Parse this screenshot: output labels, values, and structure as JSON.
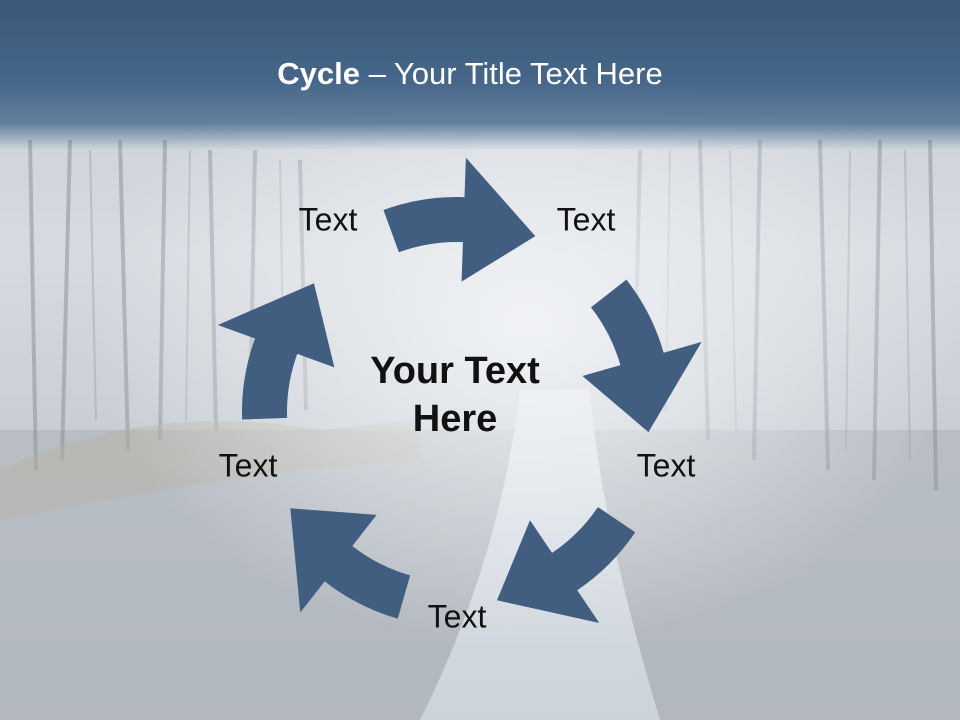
{
  "title": {
    "bold": "Cycle",
    "rest": " – Your Title Text Here"
  },
  "center_text": {
    "line1": "Your Text",
    "line2": "Here"
  },
  "steps": [
    {
      "label": "Text"
    },
    {
      "label": "Text"
    },
    {
      "label": "Text"
    },
    {
      "label": "Text"
    },
    {
      "label": "Text"
    }
  ],
  "colors": {
    "arrow": "#415e80",
    "title_band": "#3e5d80",
    "title_text": "#ffffff",
    "label_text": "#111111"
  },
  "background": {
    "description_icon": "misty-forest-road-photo"
  }
}
